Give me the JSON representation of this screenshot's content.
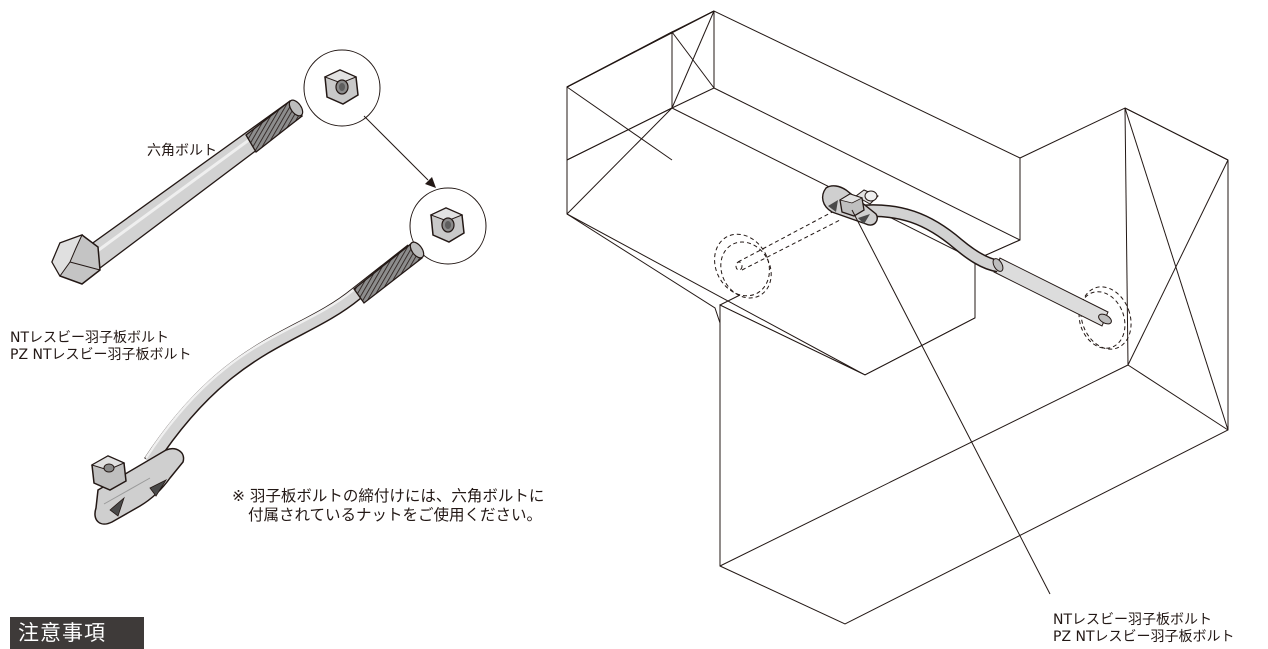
{
  "labels": {
    "hex_bolt": "六角ボルト",
    "bolt_left_line1": "NTレスビー羽子板ボルト",
    "bolt_left_line2": "PZ NTレスビー羽子板ボルト",
    "bolt_right_line1": "NTレスビー羽子板ボルト",
    "bolt_right_line2": "PZ NTレスビー羽子板ボルト"
  },
  "note": {
    "line1": "※ 羽子板ボルトの締付けには、六角ボルトに",
    "line2": "付属されているナットをご使用ください。"
  },
  "caution_heading": "注意事項",
  "colors": {
    "line": "#231815",
    "metal": "#cfcfcf",
    "metal_dark": "#a9a9a9",
    "heading_bg": "#3e3a39",
    "heading_text": "#ffffff"
  }
}
